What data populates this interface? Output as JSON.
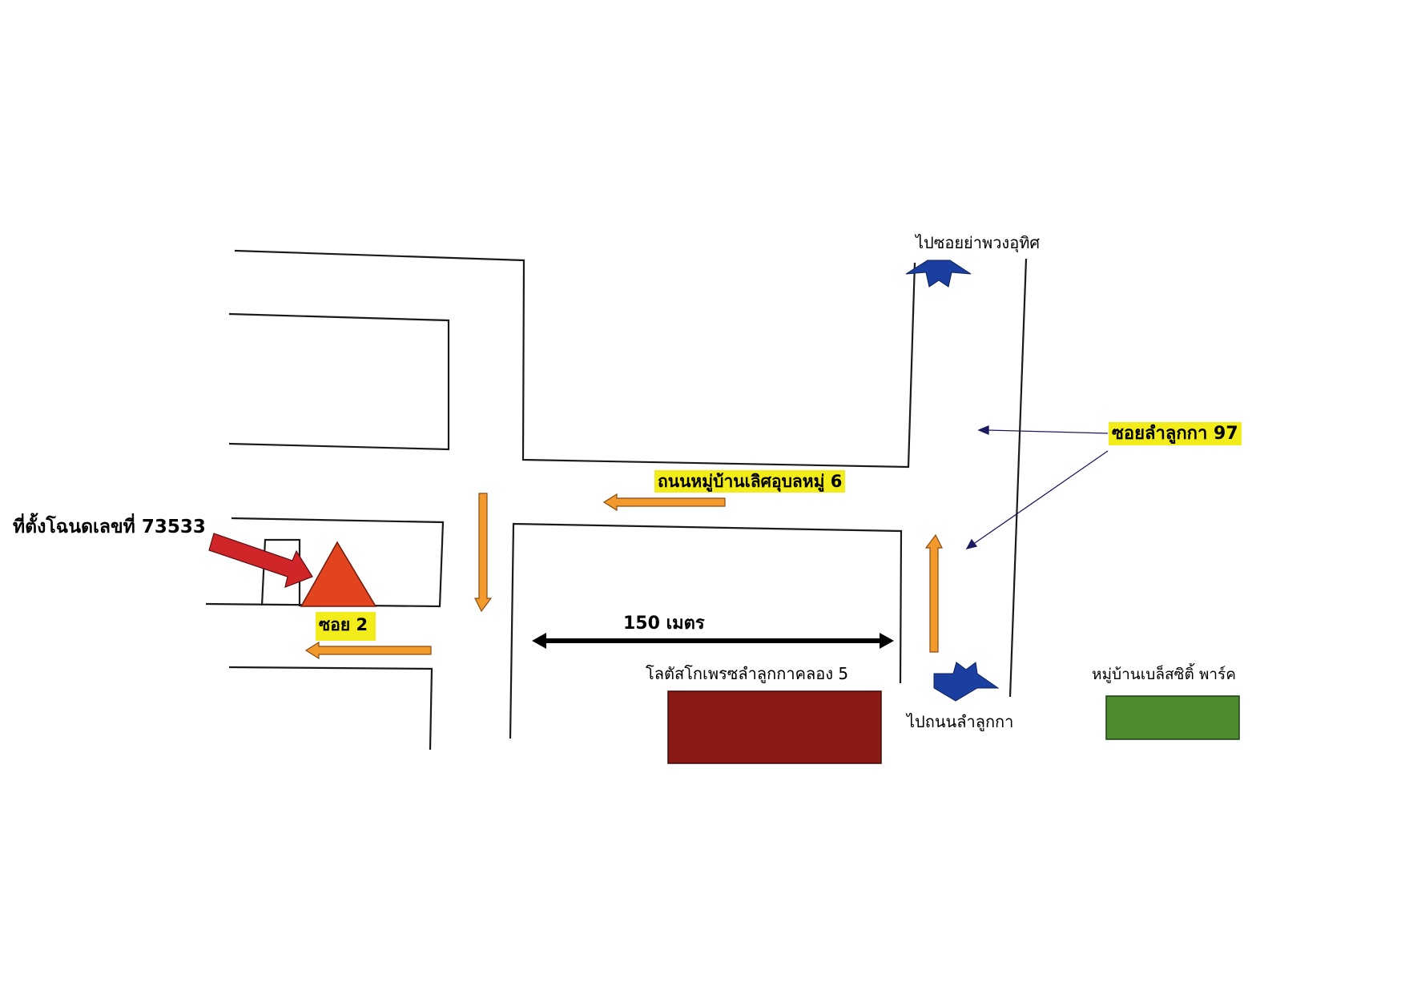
{
  "colors": {
    "highlight": "#f2ec1a",
    "road_arrow": "#f39a2c",
    "road_arrow_stroke": "#8a4a10",
    "pointer_arrow": "#d0262a",
    "location_marker": "#e2441f",
    "direction_arrow": "#1a3fa0",
    "lotus_block": "#8b1a14",
    "village_block": "#4d8b2e",
    "line": "#1a1a1a"
  },
  "labels": {
    "to_soi": "ไปซอยย่าพวงอุทิศ",
    "to_road": "ไปถนนลำลูกกา",
    "soi_97": "ซอยลำลูกกา 97",
    "village_road": "ถนนหมู่บ้านเลิศอุบลหมู่ 6",
    "deed_location": "ที่ตั้งโฉนดเลขที่ 73533",
    "soi_2": "ซอย 2",
    "distance": "150 เมตร",
    "lotus": "โลตัสโกเพรซลำลูกกาคลอง 5",
    "village": "หมู่บ้านเบล็สซิติ้ พาร์ค"
  },
  "icons": {
    "location_marker": "triangle-marker-icon",
    "pointer": "pointer-arrow-icon",
    "up_direction": "up-direction-arrow-icon",
    "down_direction": "down-direction-arrow-icon",
    "distance": "double-headed-arrow-icon"
  }
}
